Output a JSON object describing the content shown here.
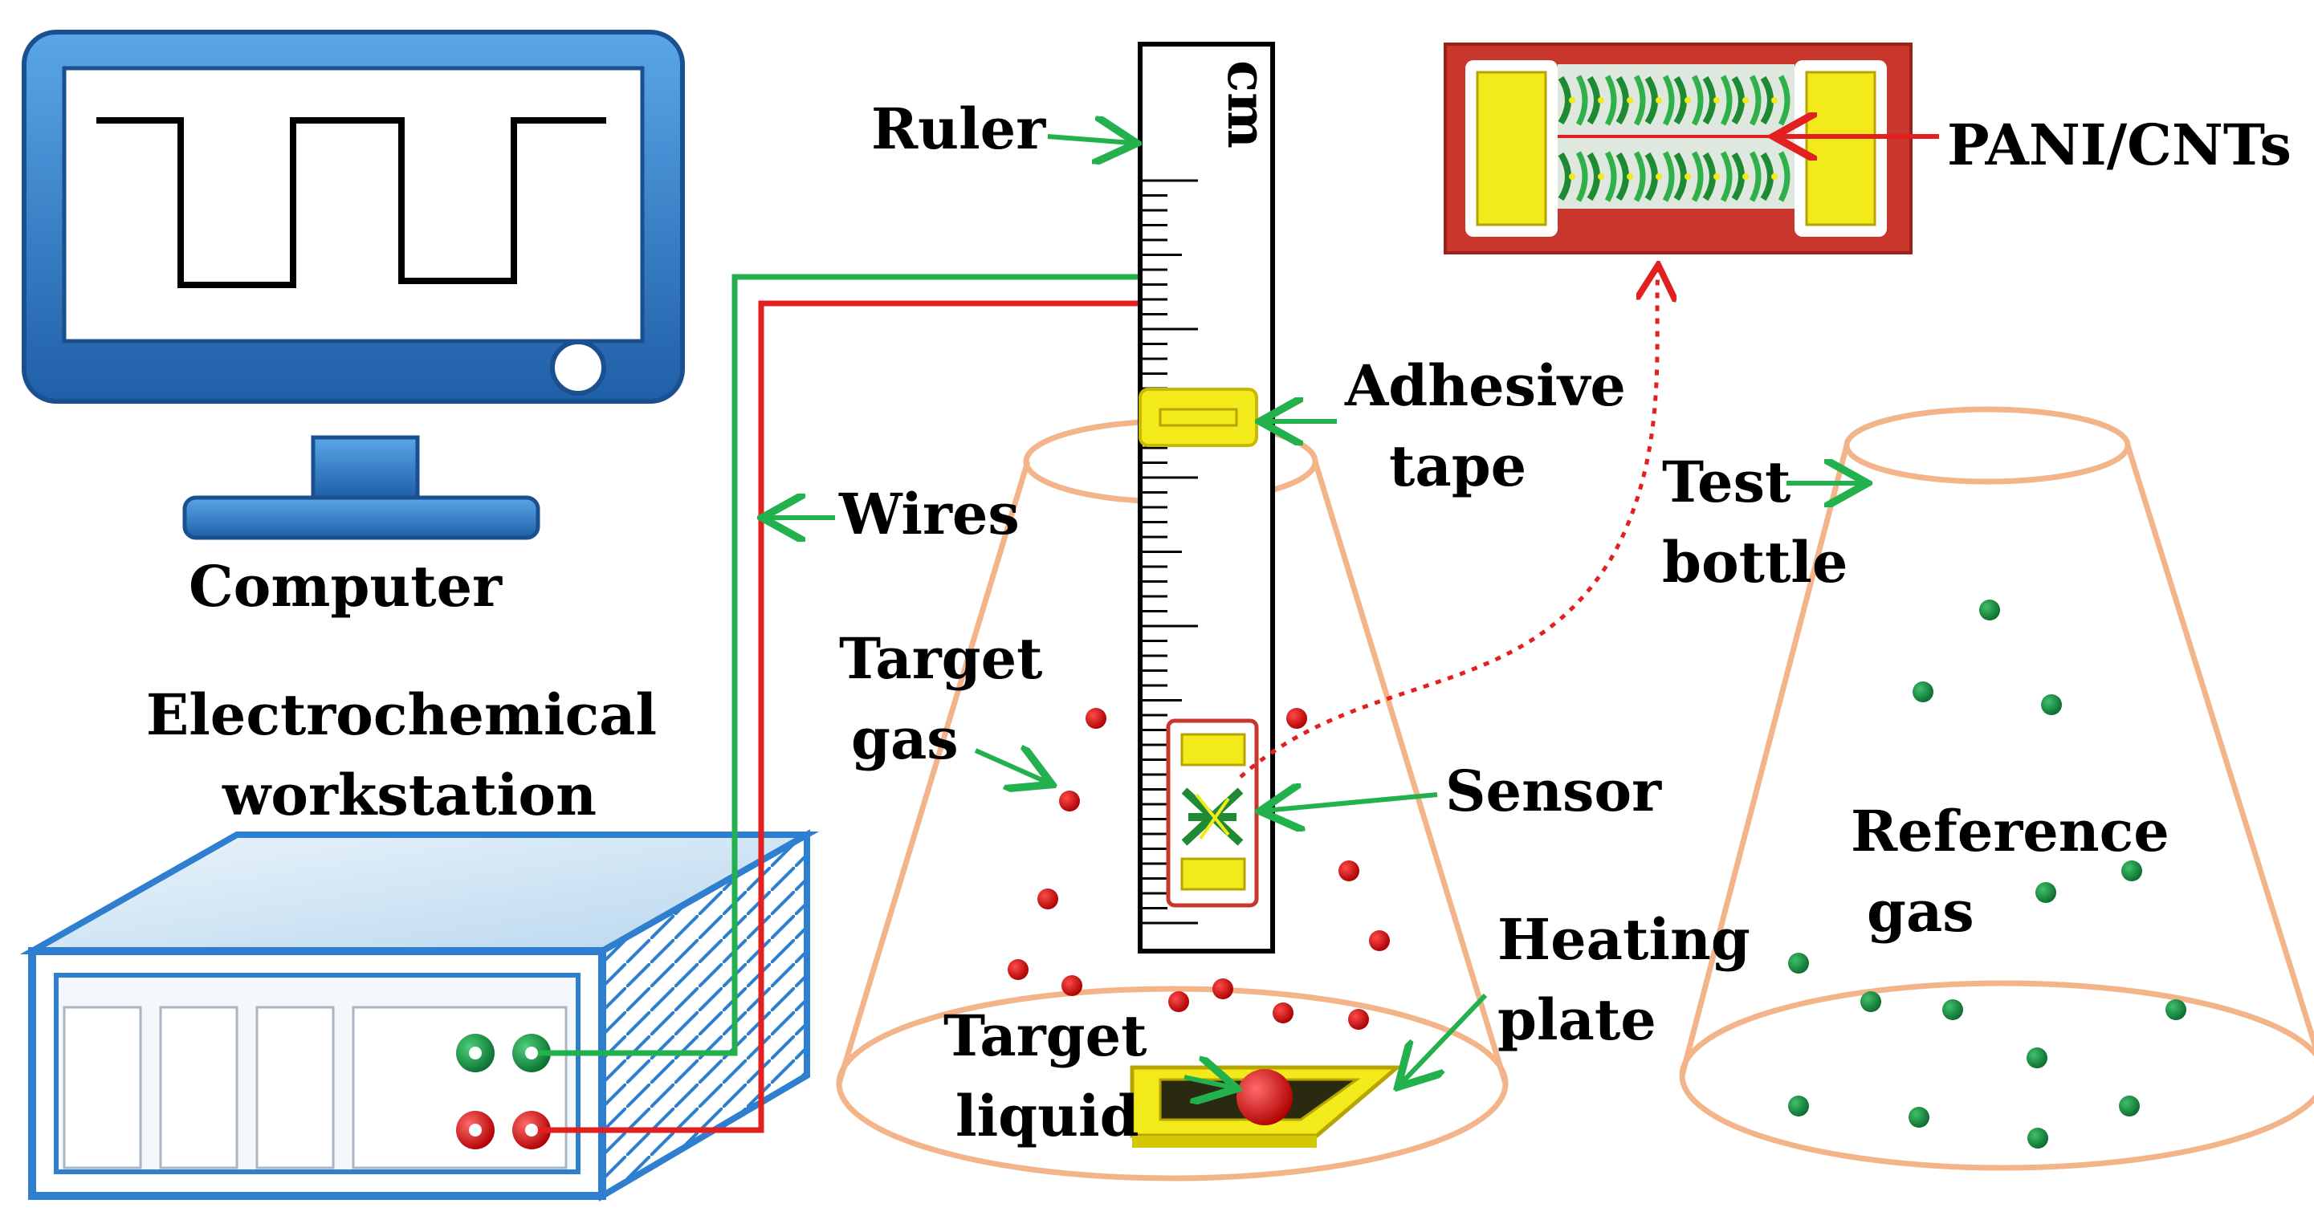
{
  "labels": {
    "computer": "Computer",
    "workstation_line1": "Electrochemical",
    "workstation_line2": "workstation",
    "ruler": "Ruler",
    "ruler_unit": "cm",
    "wires": "Wires",
    "adhesive_line1": "Adhesive",
    "adhesive_line2": "tape",
    "target_gas_line1": "Target",
    "target_gas_line2": "gas",
    "sensor": "Sensor",
    "heating_line1": "Heating",
    "heating_line2": "plate",
    "target_liquid_line1": "Target",
    "target_liquid_line2": "liquid",
    "test_bottle_line1": "Test",
    "test_bottle_line2": "bottle",
    "reference_line1": "Reference",
    "reference_line2": "gas",
    "pani": "PANI/CNTs"
  },
  "colors": {
    "monitor_blue": "#2f7fd0",
    "monitor_dark": "#1f5fa8",
    "wire_green": "#22b14c",
    "wire_red": "#e32020",
    "tape_yellow": "#f2ea1a",
    "flask_outline": "#f4b48a",
    "sensor_board": "#c9372c",
    "gas_red": "#c81818",
    "gas_green": "#109040",
    "arrow_green": "#22b14c"
  },
  "icons": {
    "monitor": "computer-monitor-icon",
    "workstation": "electrochemical-workstation-icon",
    "flask": "conical-flask-icon",
    "sensor": "sensor-chip-icon"
  }
}
